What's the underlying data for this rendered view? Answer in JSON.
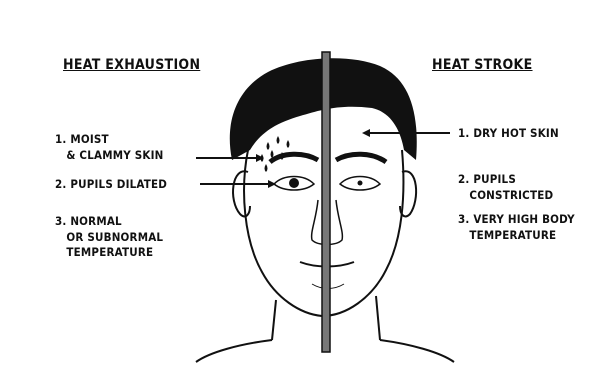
{
  "left": {
    "title": "HEAT EXHAUSTION",
    "items": [
      "1. MOIST\n   & CLAMMY SKIN",
      "2. PUPILS DILATED",
      "3. NORMAL\n   OR SUBNORMAL\n   TEMPERATURE"
    ]
  },
  "right": {
    "title": "HEAT STROKE",
    "items": [
      "1. DRY HOT SKIN",
      "2. PUPILS\n   CONSTRICTED",
      "3. VERY HIGH BODY\n   TEMPERATURE"
    ]
  }
}
